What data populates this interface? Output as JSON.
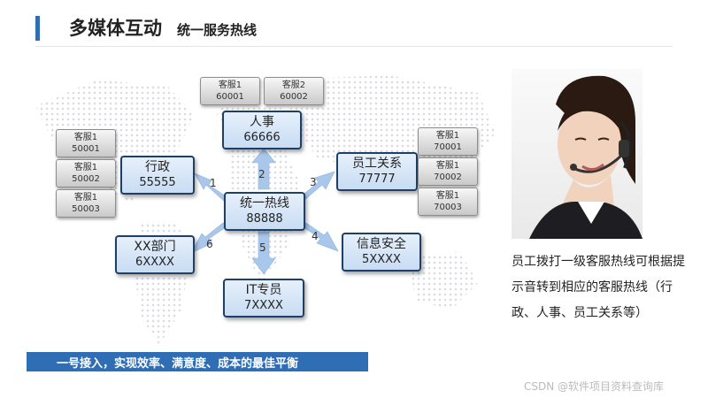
{
  "header": {
    "title": "多媒体互动",
    "subtitle": "统一服务热线"
  },
  "center": {
    "label": "统一热线",
    "number": "88888"
  },
  "departments": {
    "xingzheng": {
      "label": "行政",
      "number": "55555",
      "agents": [
        {
          "label": "客服1",
          "id": "50001"
        },
        {
          "label": "客服1",
          "id": "50002"
        },
        {
          "label": "客服1",
          "id": "50003"
        }
      ]
    },
    "renshi": {
      "label": "人事",
      "number": "66666",
      "agents": [
        {
          "label": "客服1",
          "id": "60001"
        },
        {
          "label": "客服2",
          "id": "60002"
        }
      ]
    },
    "yuangong": {
      "label": "员工关系",
      "number": "77777",
      "agents": [
        {
          "label": "客服1",
          "id": "70001"
        },
        {
          "label": "客服1",
          "id": "70002"
        },
        {
          "label": "客服1",
          "id": "70003"
        }
      ]
    },
    "xinxi": {
      "label": "信息安全",
      "number": "5XXXX"
    },
    "it": {
      "label": "IT专员",
      "number": "7XXXX"
    },
    "xx": {
      "label": "XX部门",
      "number": "6XXXX"
    }
  },
  "arrow_numbers": [
    "1",
    "2",
    "3",
    "4",
    "5",
    "6"
  ],
  "description": "员工拨打一级客服热线可根据提示音转到相应的客服热线（行政、人事、员工关系等）",
  "banner": "一号接入，实现效率、满意度、成本的最佳平衡",
  "footer": "CSDN @软件项目资料查询库",
  "colors": {
    "accent": "#2f6db5",
    "node_border": "#1f3f66",
    "arrow": "#a9c7ea"
  }
}
